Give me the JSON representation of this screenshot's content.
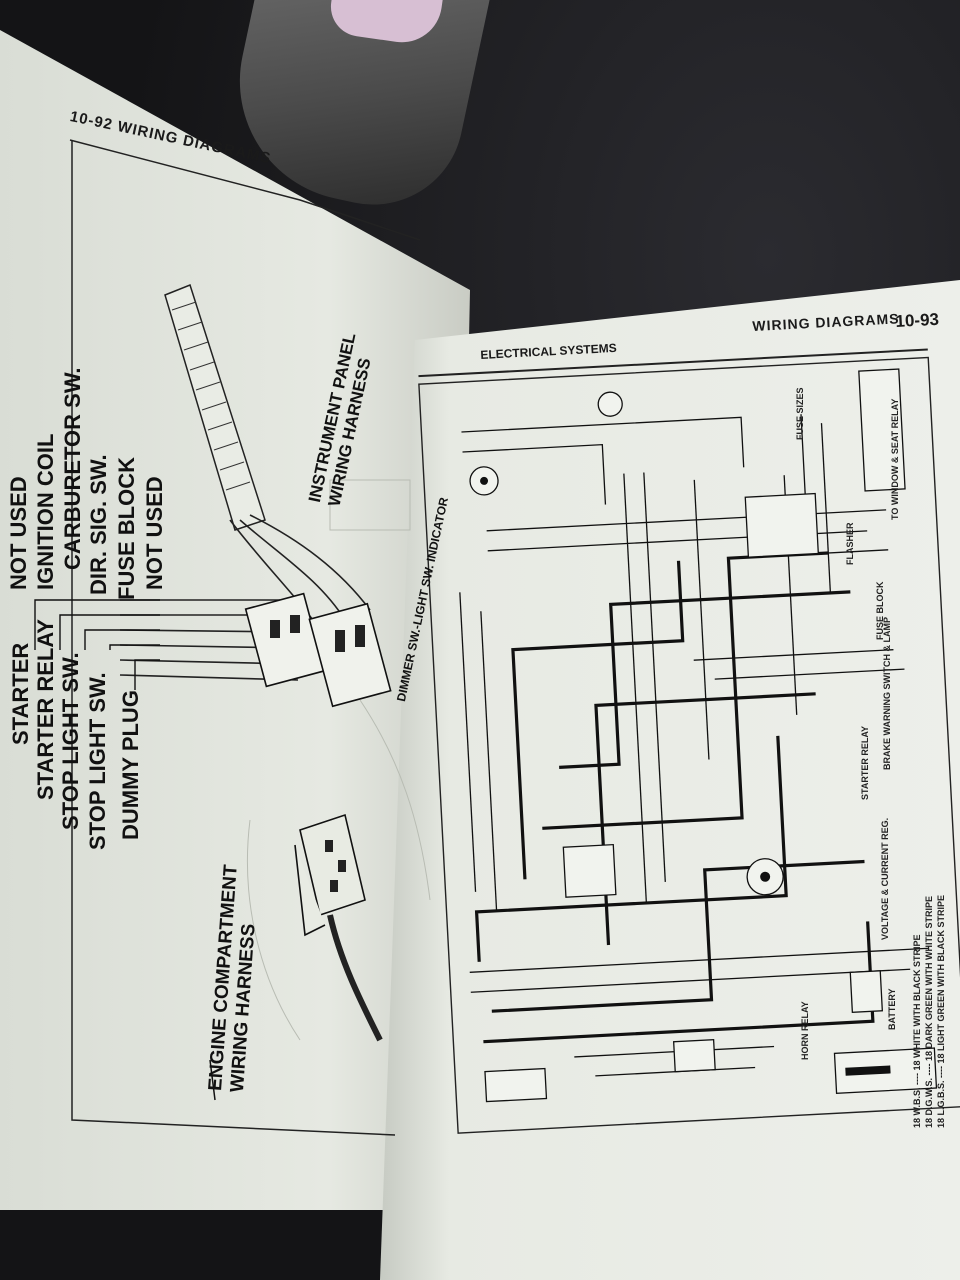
{
  "left_page": {
    "header": "10-92  WIRING DIAGRAMS",
    "callouts": [
      "STARTER",
      "STARTER RELAY",
      "STOP LIGHT SW.",
      "STOP LIGHT SW.",
      "DUMMY PLUG"
    ],
    "callouts_top": [
      "NOT USED",
      "IGNITION COIL",
      "CARBURETOR SW.",
      "DIR. SIG. SW.",
      "FUSE BLOCK",
      "NOT USED"
    ],
    "instrument_harness": "INSTRUMENT PANEL\nWIRING HARNESS",
    "dimmer_label": "DIMMER SW.-LIGHT SW. INDICATOR",
    "engine_harness": "ENGINE COMPARTMENT\nWIRING HARNESS"
  },
  "right_page": {
    "header_title": "WIRING DIAGRAMS",
    "header_num": "10-93",
    "section": "ELECTRICAL SYSTEMS",
    "legend": [
      "18 W.B.S. ---- 18 WHITE WITH BLACK STRIPE",
      "18 D.G.W.S. ---- 18 DARK GREEN WITH WHITE STRIPE",
      "18 L.G.B.S. ---- 18 LIGHT GREEN WITH BLACK STRIPE"
    ],
    "fuse_sizes": "FUSE SIZES",
    "side_labels": [
      "BATTERY",
      "HORN RELAY",
      "VOLTAGE & CURRENT REG.",
      "STARTER RELAY",
      "BRAKE WARNING SWITCH & LAMP",
      "TO WINDOW & SEAT RELAY",
      "FLASHER",
      "FUSE BLOCK"
    ]
  }
}
